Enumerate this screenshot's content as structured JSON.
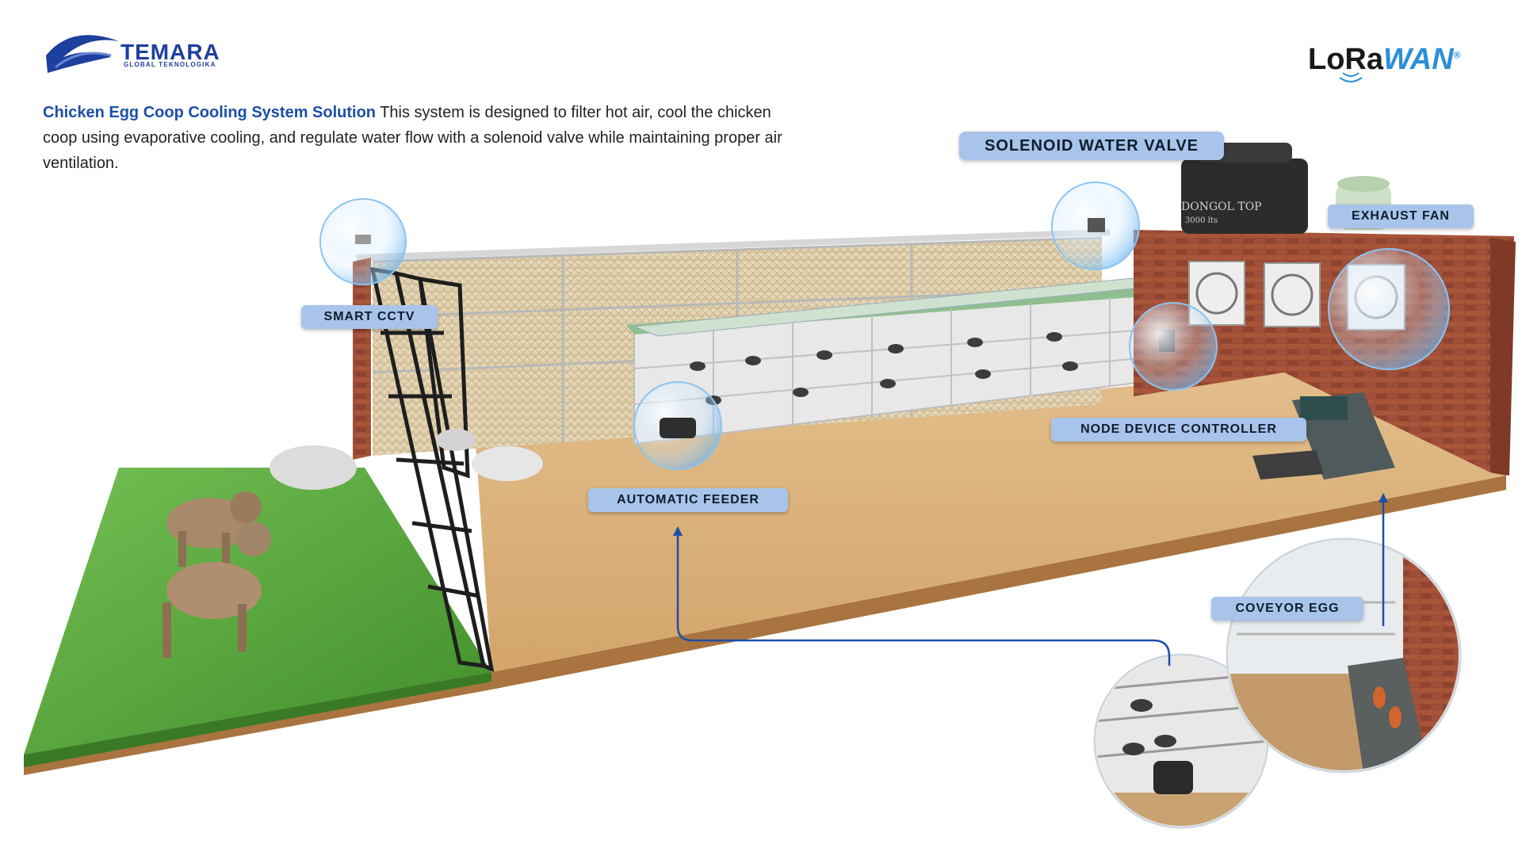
{
  "brand": {
    "company_name": "TEMARA",
    "company_sub": "GLOBAL TEKNOLOGIKA",
    "lora_main": "LoRa",
    "lora_accent": "WAN",
    "lora_reg": "®"
  },
  "intro": {
    "title": "Chicken Egg Coop Cooling System Solution",
    "body": " This system is designed to filter hot air, cool the chicken coop using evaporative cooling, and regulate water flow with a solenoid valve while maintaining proper air ventilation."
  },
  "tank_text": {
    "line1": "DONGOL TOP",
    "line2": "3000 lts"
  },
  "labels": {
    "solenoid": "SOLENOID WATER VALVE",
    "exhaust": "EXHAUST FAN",
    "cctv": "SMART CCTV",
    "node": "NODE DEVICE CONTROLLER",
    "feeder": "AUTOMATIC FEEDER",
    "conveyor": "COVEYOR EGG"
  },
  "colors": {
    "label_bg": "#a8c4ea",
    "brand_blue": "#1d3f9e",
    "lorawan_blue": "#2b8fd6",
    "connector": "#1d4fa6",
    "floor": "#d9b07a",
    "grass": "#4fa23a",
    "brick": "#9b4a32"
  }
}
